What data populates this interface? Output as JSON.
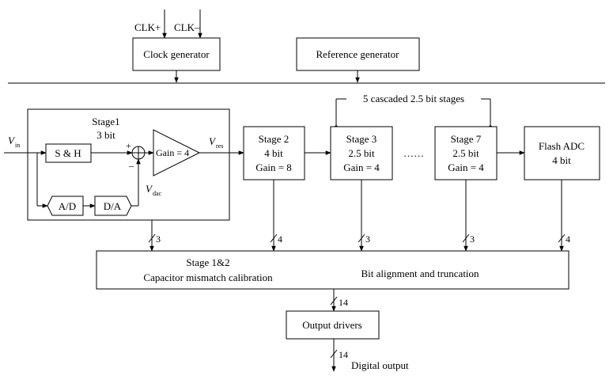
{
  "clock": {
    "plus": "CLK+",
    "minus": "CLK–",
    "generator": "Clock generator"
  },
  "reference": {
    "generator": "Reference generator"
  },
  "stage1": {
    "title": "Stage1",
    "bits": "3 bit",
    "input_v": "V",
    "input_sub": "in",
    "sh": "S & H",
    "ad": "A/D",
    "da": "D/A",
    "gain": "Gain = 4",
    "res_v": "V",
    "res_sub": "res",
    "dac_v": "V",
    "dac_sub": "dac",
    "plus": "+",
    "minus": "–"
  },
  "cascade_label": "5 cascaded 2.5 bit stages",
  "stages": [
    {
      "name": "Stage 2",
      "bits": "4 bit",
      "gain": "Gain = 8"
    },
    {
      "name": "Stage 3",
      "bits": "2.5 bit",
      "gain": "Gain = 4"
    },
    {
      "name": "Stage 7",
      "bits": "2.5 bit",
      "gain": "Gain = 4"
    }
  ],
  "ellipsis": "……",
  "flash": {
    "name": "Flash ADC",
    "bits": "4 bit"
  },
  "bus_widths": {
    "stage1": "3",
    "stage2": "4",
    "stage3": "3",
    "stage7": "3",
    "flash": "4",
    "calib_out": "14",
    "driver_out": "14"
  },
  "calibration": {
    "title": "Stage 1&2",
    "mismatch": "Capacitor mismatch calibration",
    "alignment": "Bit alignment and truncation"
  },
  "drivers": "Output drivers",
  "digital_output": "Digital output"
}
